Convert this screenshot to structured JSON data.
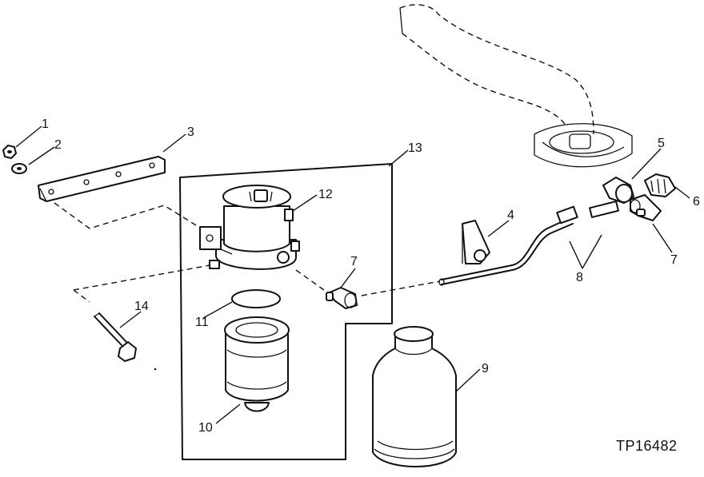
{
  "figure_id": "TP16482",
  "callouts": {
    "c1": "1",
    "c2": "2",
    "c3": "3",
    "c4": "4",
    "c5": "5",
    "c6": "6",
    "c7a": "7",
    "c7b": "7",
    "c8": "8",
    "c9": "9",
    "c10": "10",
    "c11": "11",
    "c12": "12",
    "c13": "13",
    "c14": "14"
  }
}
